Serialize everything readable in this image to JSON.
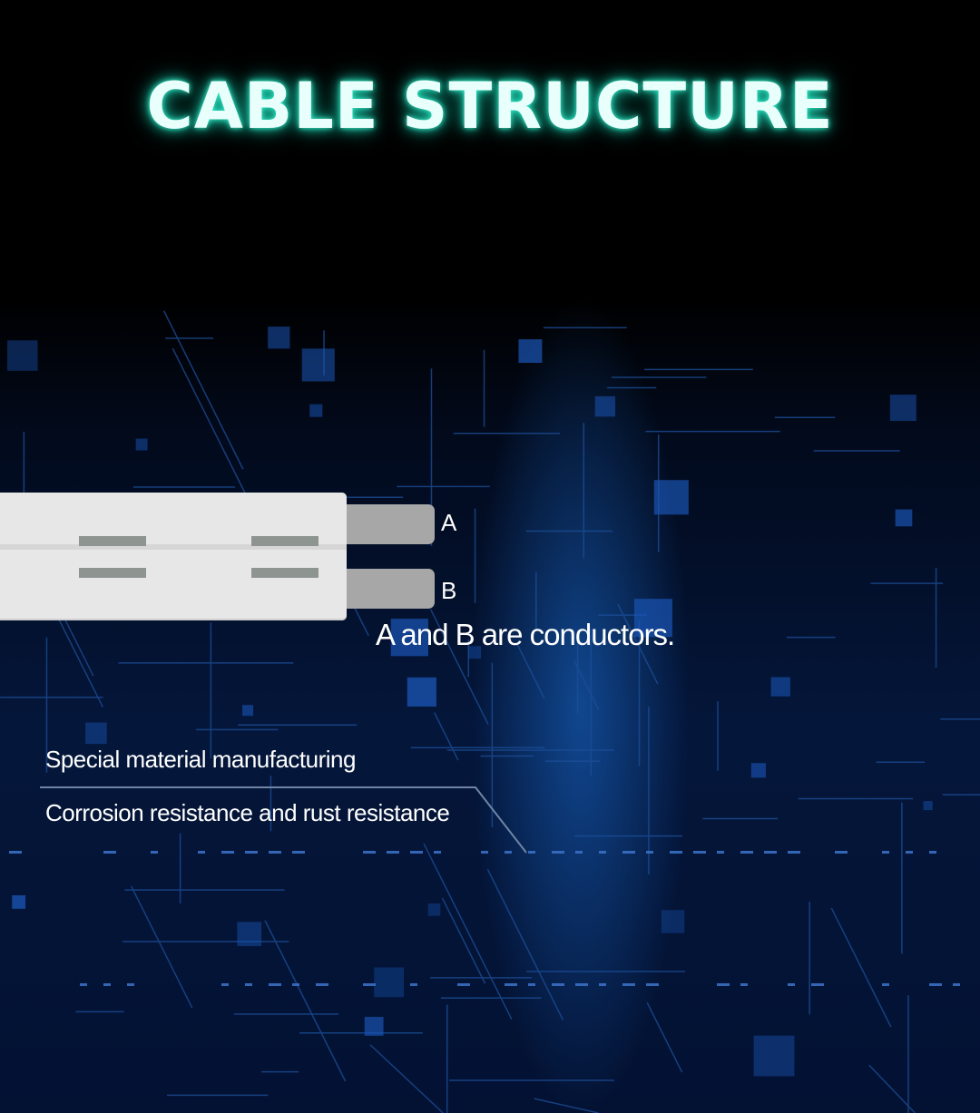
{
  "header": {
    "title": "CABLE STRUCTURE"
  },
  "diagram": {
    "conductor_a_label": "A",
    "conductor_b_label": "B",
    "caption": "A and B are conductors."
  },
  "features": [
    "Special material manufacturing",
    "Corrosion resistance and rust resistance"
  ],
  "colors": {
    "title_glow": "#19c9a8",
    "background_top": "#000000",
    "background_circuit": "#04163a",
    "cable_sheath": "#e7e7e7",
    "conductor": "#a7a7a7"
  }
}
